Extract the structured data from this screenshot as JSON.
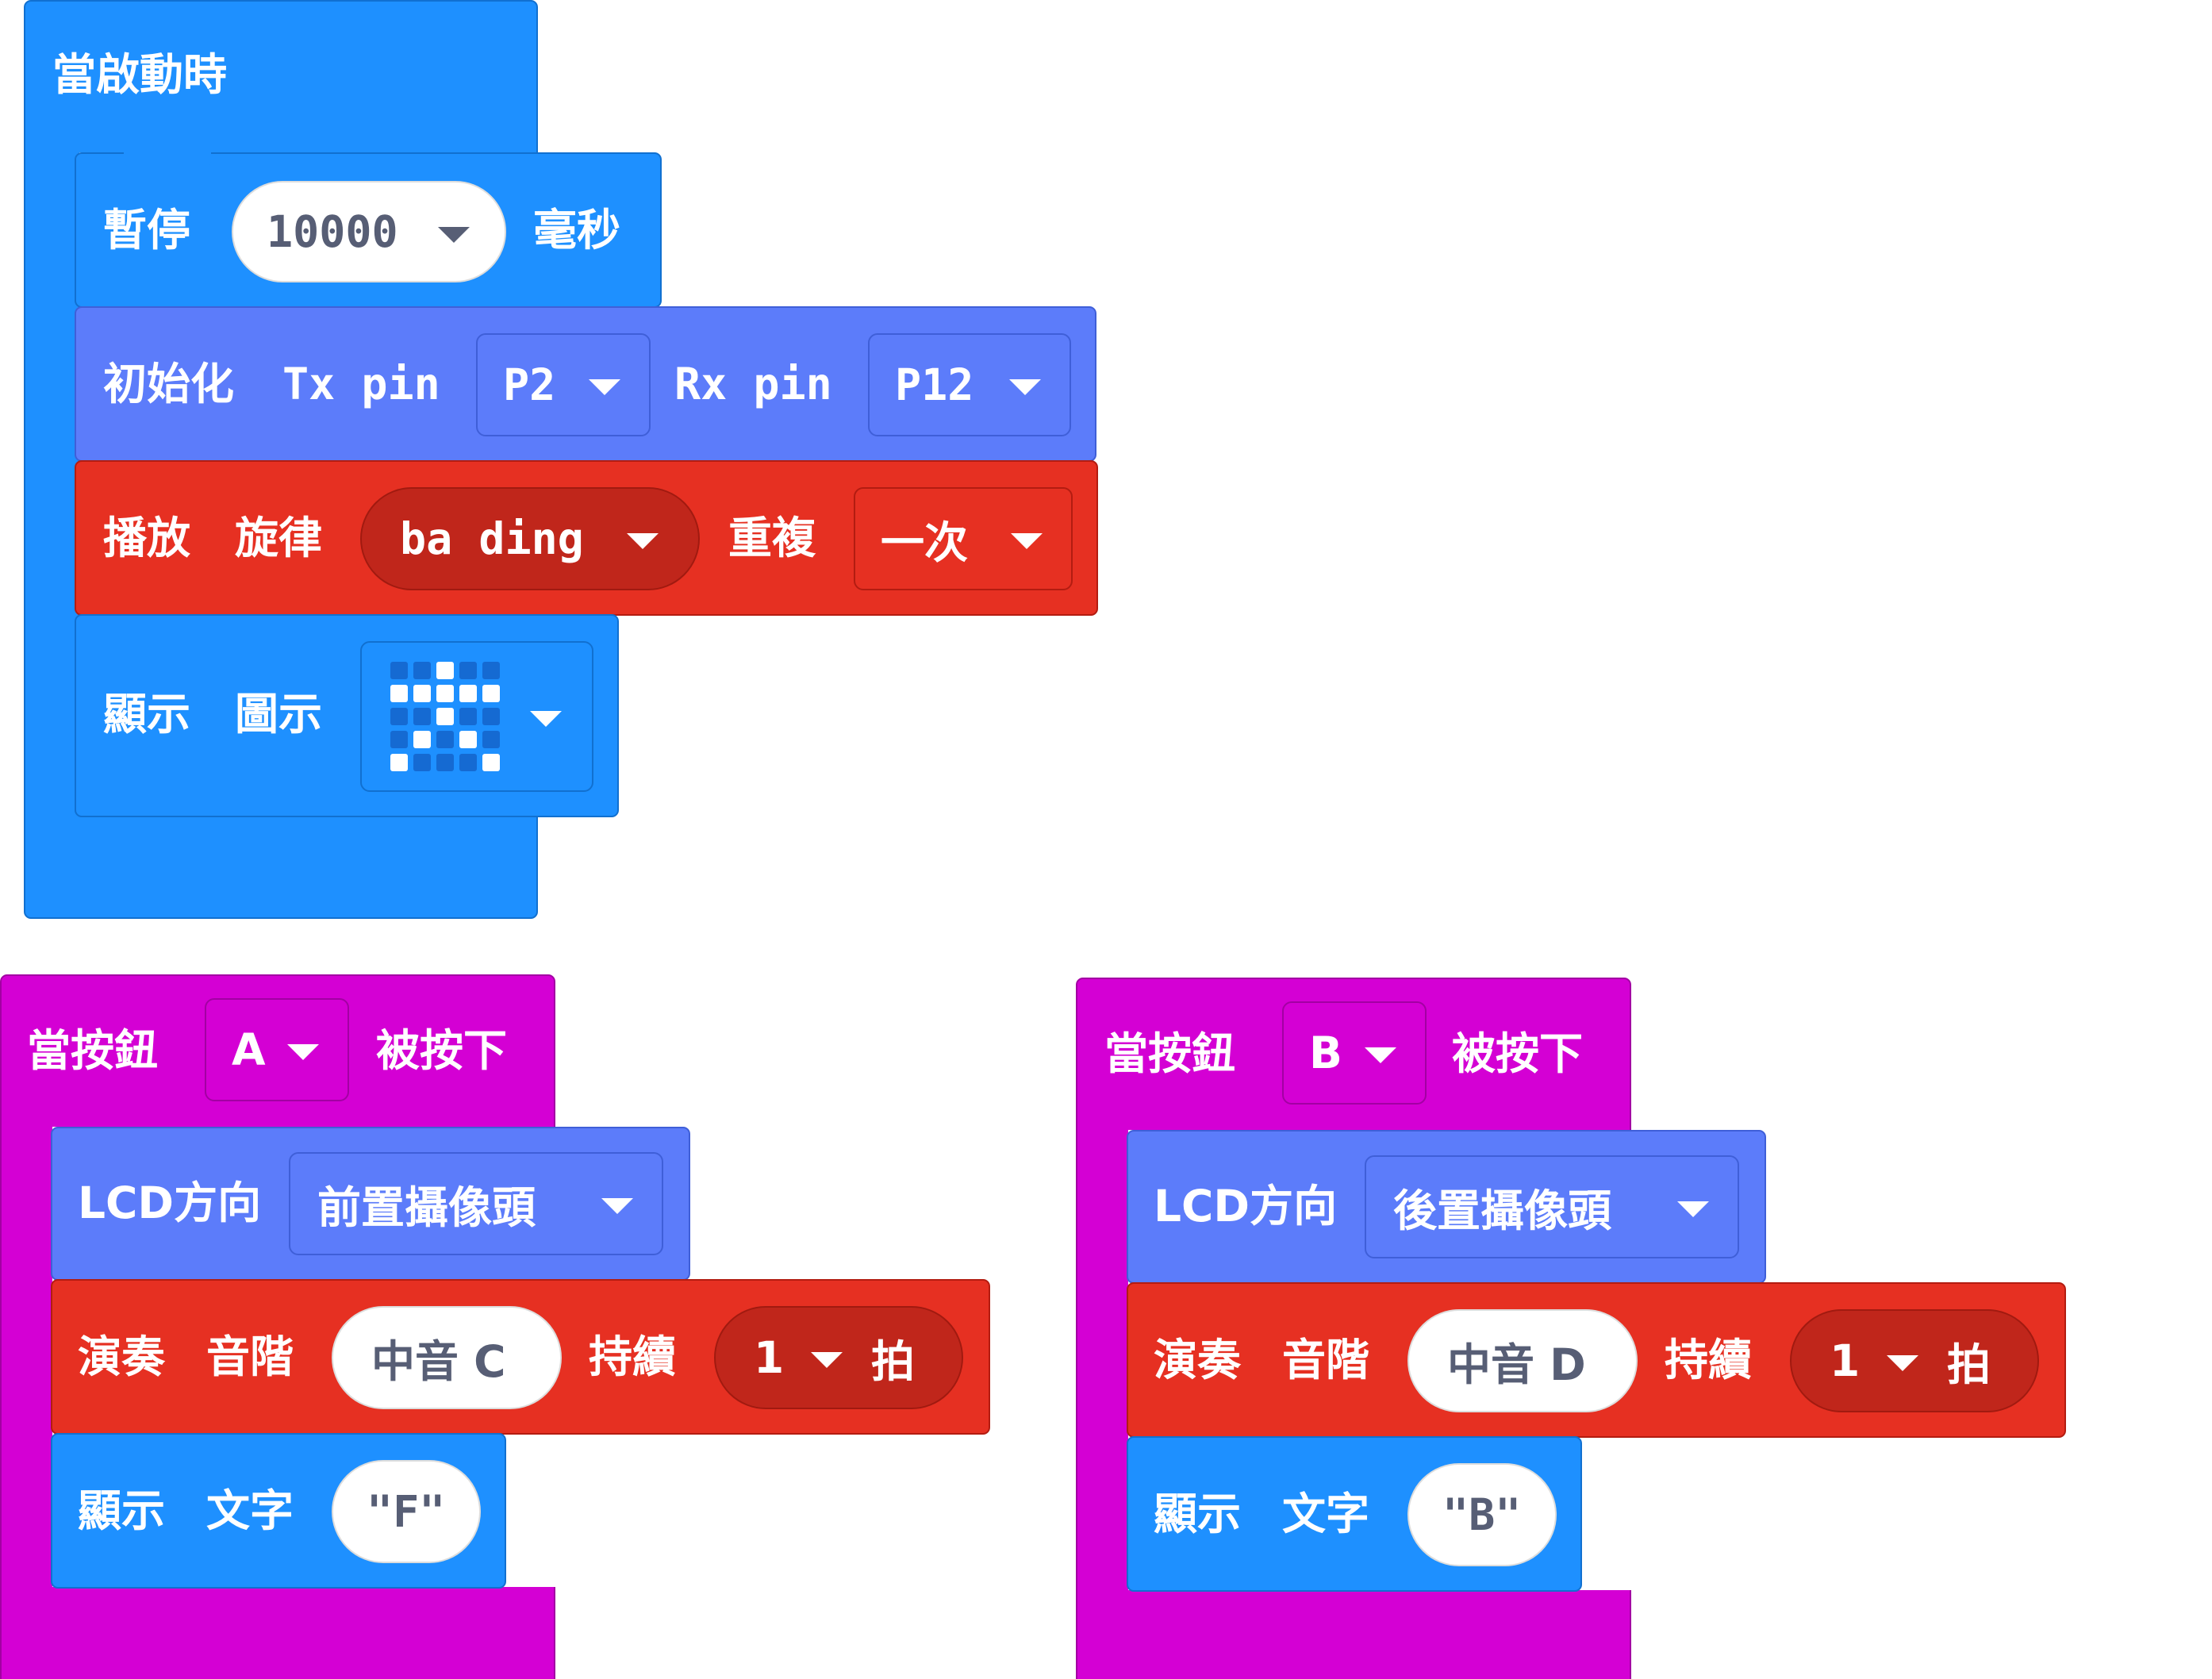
{
  "start": {
    "header": "當啟動時",
    "pause": {
      "label": "暫停",
      "value": "10000",
      "unit": "毫秒"
    },
    "serial": {
      "label": "初始化",
      "tx_label": "Tx pin",
      "tx_value": "P2",
      "rx_label": "Rx pin",
      "rx_value": "P12"
    },
    "melody": {
      "play_label": "播放",
      "melody_label": "旋律",
      "melody_value": "ba ding",
      "repeat_label": "重複",
      "repeat_value": "一次"
    },
    "icon": {
      "show_label": "顯示",
      "icon_label": "圖示",
      "leds": [
        [
          0,
          0,
          1,
          0,
          0
        ],
        [
          1,
          1,
          1,
          1,
          1
        ],
        [
          0,
          0,
          1,
          0,
          0
        ],
        [
          0,
          1,
          0,
          1,
          0
        ],
        [
          1,
          0,
          0,
          0,
          1
        ]
      ]
    }
  },
  "button_a": {
    "header_prefix": "當按鈕",
    "button": "A",
    "header_suffix": "被按下",
    "lcd_label": "LCD方向",
    "lcd_value": "前置攝像頭",
    "play_label": "演奏",
    "scale_label": "音階",
    "note": "中音 C",
    "hold_label": "持續",
    "beats": "1",
    "beat_unit": "拍",
    "show_label": "顯示",
    "text_label": "文字",
    "text_value": "\"F\""
  },
  "button_b": {
    "header_prefix": "當按鈕",
    "button": "B",
    "header_suffix": "被按下",
    "lcd_label": "LCD方向",
    "lcd_value": "後置攝像頭",
    "play_label": "演奏",
    "scale_label": "音階",
    "note": "中音 D",
    "hold_label": "持續",
    "beats": "1",
    "beat_unit": "拍",
    "show_label": "顯示",
    "text_label": "文字",
    "text_value": "\"B\""
  },
  "colors": {
    "basic": "#1e90ff",
    "serial": "#5c7cfa",
    "music": "#e63022",
    "input": "#d400d4"
  }
}
